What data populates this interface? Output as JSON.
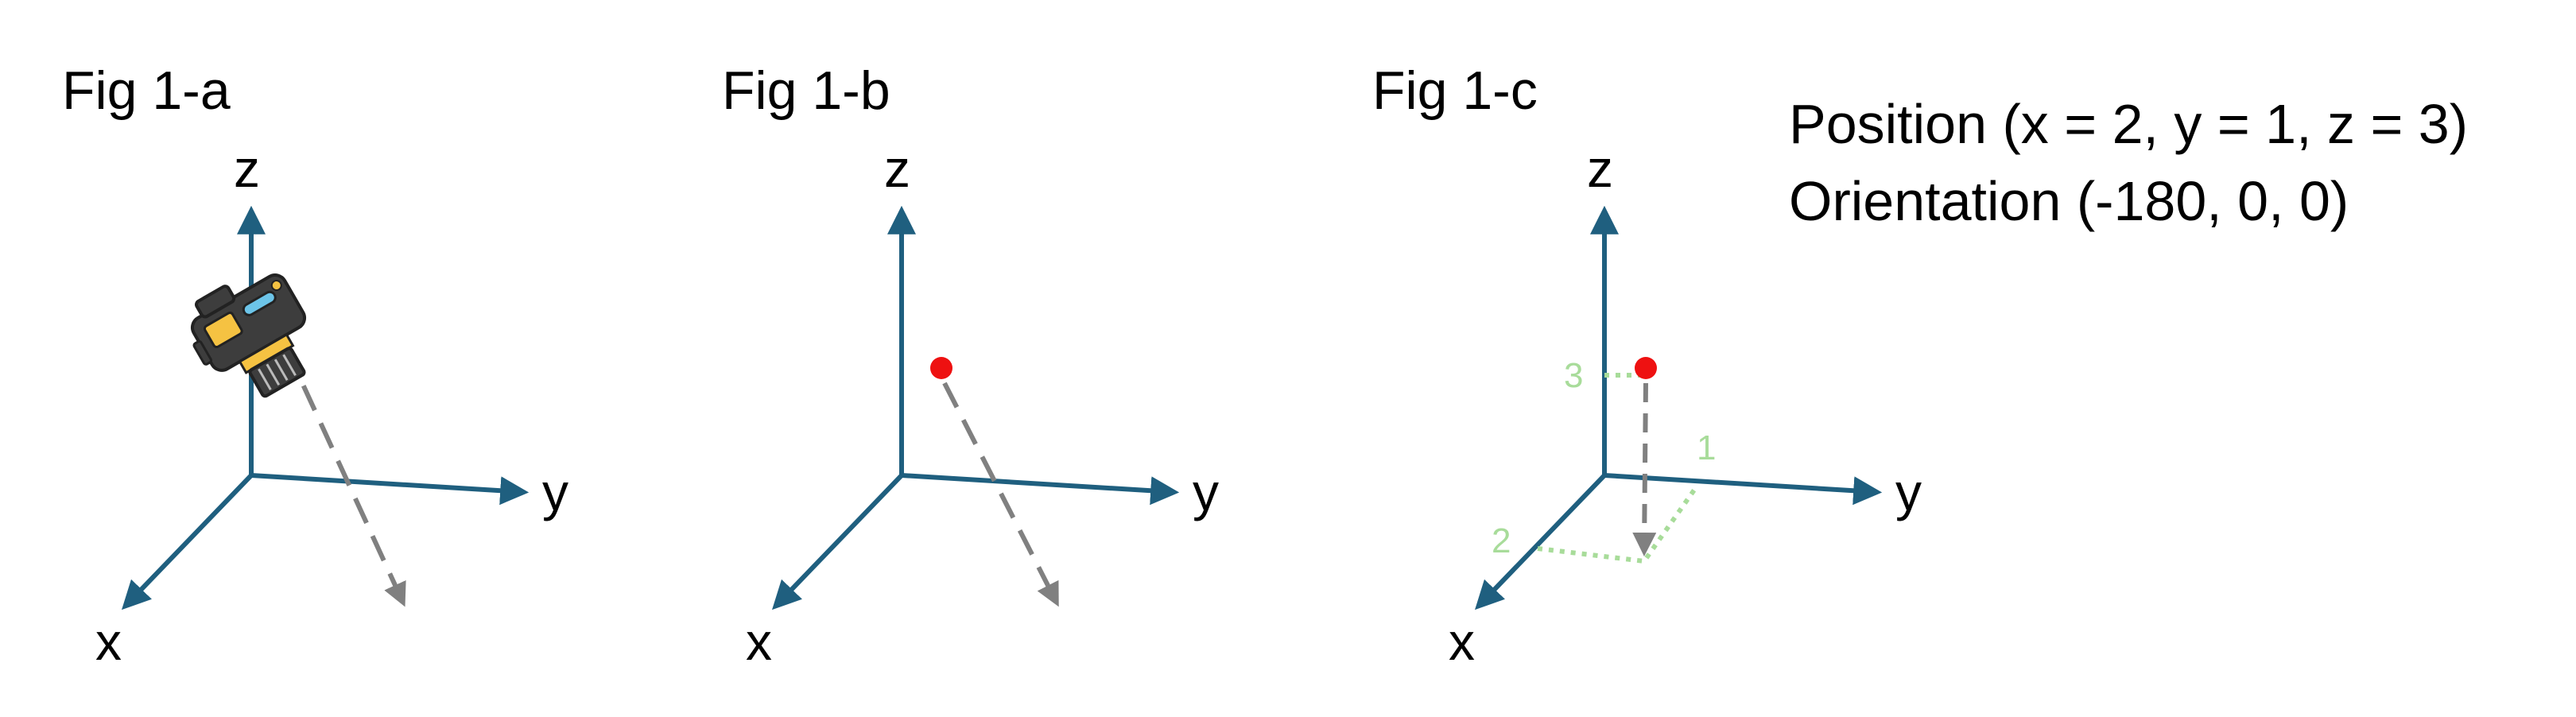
{
  "colors": {
    "axis": "#1f5f7f",
    "origin_ray": "#808080",
    "point": "#ee1111",
    "projection": "#a8dc9a",
    "text": "#000000",
    "camera_body": "#3d3d3d",
    "camera_accent": "#f5c242",
    "camera_screen": "#6cc4e8"
  },
  "figures": [
    {
      "id": "fig-1a",
      "title": "Fig 1-a",
      "axis_labels": {
        "z": "z",
        "y": "y",
        "x": "x"
      },
      "marker": "camera-icon"
    },
    {
      "id": "fig-1b",
      "title": "Fig 1-b",
      "axis_labels": {
        "z": "z",
        "y": "y",
        "x": "x"
      },
      "marker": "point"
    },
    {
      "id": "fig-1c",
      "title": "Fig 1-c",
      "axis_labels": {
        "z": "z",
        "y": "y",
        "x": "x"
      },
      "marker": "point",
      "projection_labels": {
        "x": "2",
        "y": "1",
        "z": "3"
      }
    }
  ],
  "info": {
    "position": "Position (x = 2, y = 1, z = 3)",
    "orientation": "Orientation (-180, 0, 0)"
  }
}
